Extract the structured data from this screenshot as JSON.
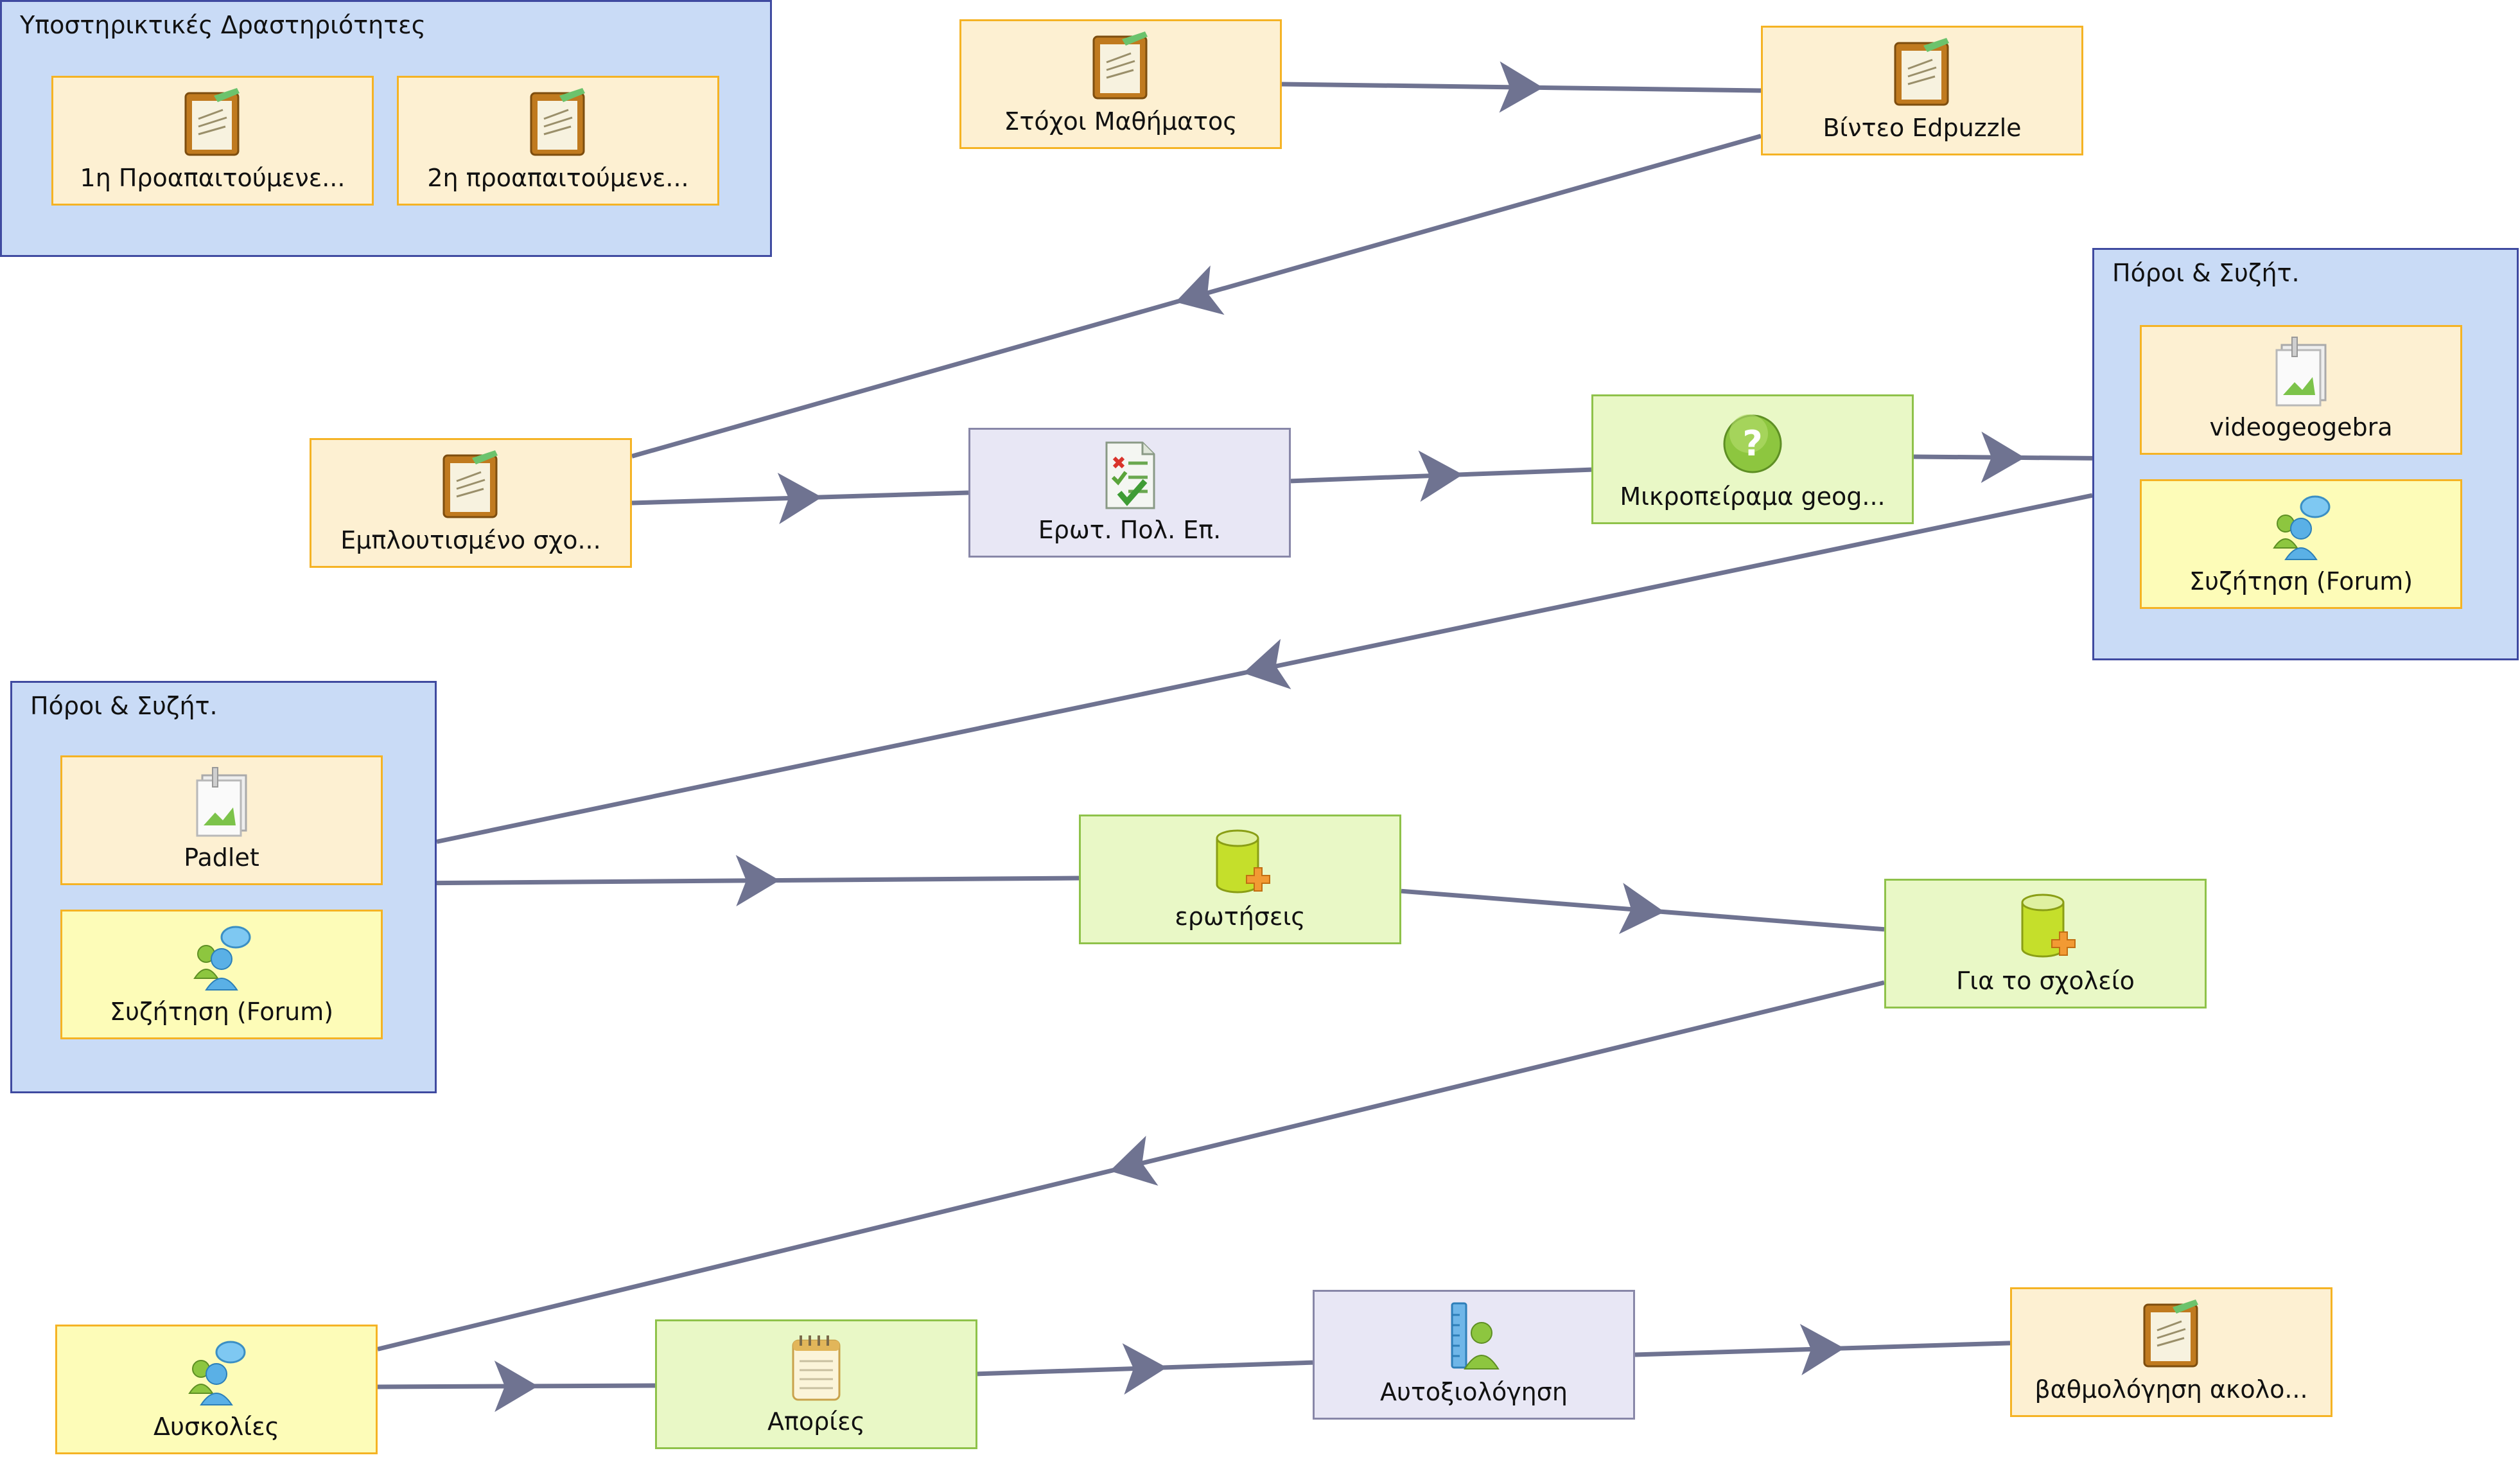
{
  "groups": [
    {
      "id": "g_support",
      "title": "Υποστηρικτικές Δραστηριότητες"
    },
    {
      "id": "g_res1",
      "title": "Πόροι & Συζήτ."
    },
    {
      "id": "g_res2",
      "title": "Πόροι & Συζήτ."
    }
  ],
  "nodes": [
    {
      "id": "n_prereq1",
      "label": "1η Προαπαιτούμενε...",
      "icon": "clipboard-icon"
    },
    {
      "id": "n_prereq2",
      "label": "2η προαπαιτούμενε...",
      "icon": "clipboard-icon"
    },
    {
      "id": "n_goals",
      "label": "Στόχοι Μαθήματος",
      "icon": "clipboard-icon"
    },
    {
      "id": "n_edpuzzle",
      "label": "Βίντεο Edpuzzle",
      "icon": "clipboard-icon"
    },
    {
      "id": "n_enriched",
      "label": "Εμπλουτισμένο σχο...",
      "icon": "clipboard-icon"
    },
    {
      "id": "n_mcq",
      "label": "Ερωτ. Πολ. Επ.",
      "icon": "quiz-icon"
    },
    {
      "id": "n_micro",
      "label": "Μικροπείραμα geog...",
      "icon": "question-icon"
    },
    {
      "id": "n_videogeo",
      "label": "videogeogebra",
      "icon": "resource-icon"
    },
    {
      "id": "n_forum1",
      "label": "Συζήτηση (Forum)",
      "icon": "forum-icon"
    },
    {
      "id": "n_padlet",
      "label": "Padlet",
      "icon": "resource-icon"
    },
    {
      "id": "n_forum2",
      "label": "Συζήτηση (Forum)",
      "icon": "forum-icon"
    },
    {
      "id": "n_questions",
      "label": "ερωτήσεις",
      "icon": "database-icon"
    },
    {
      "id": "n_school",
      "label": "Για το σχολείο",
      "icon": "database-icon"
    },
    {
      "id": "n_difficulties",
      "label": "Δυσκολίες",
      "icon": "forum-icon"
    },
    {
      "id": "n_doubts",
      "label": "Απορίες",
      "icon": "notebook-icon"
    },
    {
      "id": "n_selfeval",
      "label": "Αυτοξιολόγηση",
      "icon": "assessment-icon"
    },
    {
      "id": "n_grading",
      "label": "βαθμολόγηση ακολο...",
      "icon": "clipboard-icon"
    }
  ],
  "edges": [
    {
      "from": "n_goals",
      "to": "n_edpuzzle"
    },
    {
      "from": "n_edpuzzle",
      "to": "n_enriched"
    },
    {
      "from": "n_enriched",
      "to": "n_mcq"
    },
    {
      "from": "n_mcq",
      "to": "n_micro"
    },
    {
      "from": "n_micro",
      "to": "g_res1"
    },
    {
      "from": "g_res1",
      "to": "g_res2"
    },
    {
      "from": "g_res2",
      "to": "n_questions"
    },
    {
      "from": "n_questions",
      "to": "n_school"
    },
    {
      "from": "n_school",
      "to": "n_difficulties"
    },
    {
      "from": "n_difficulties",
      "to": "n_doubts"
    },
    {
      "from": "n_doubts",
      "to": "n_selfeval"
    },
    {
      "from": "n_selfeval",
      "to": "n_grading"
    }
  ],
  "colors": {
    "group_fill": "#c9dbf6",
    "group_border": "#3f4aa0",
    "edge": "#6f7391",
    "tool_fill": "#fdf0d2",
    "forum_fill": "#fdfcb8",
    "green_fill": "#e9f8c6",
    "purple_fill": "#e8e7f5"
  }
}
